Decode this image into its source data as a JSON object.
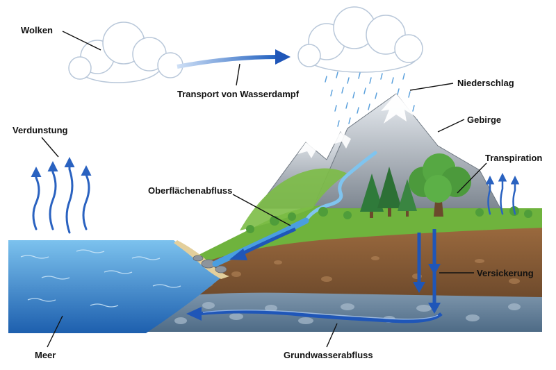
{
  "diagram": {
    "labels": {
      "clouds": "Wolken",
      "vapor_transport": "Transport von Wasserdampf",
      "precipitation": "Niederschlag",
      "mountains": "Gebirge",
      "evaporation": "Verdunstung",
      "transpiration": "Transpiration",
      "surface_runoff": "Oberflächenabfluss",
      "infiltration": "Versickerung",
      "sea": "Meer",
      "groundwater_flow": "Grundwasserabfluss"
    },
    "colors": {
      "arrow_blue": "#2a62c0",
      "sea": "#2f86d3",
      "grass": "#6fb33d",
      "soil": "#8a5a34",
      "groundwater": "#5f7f9c",
      "mountain": "#9aa3ad"
    }
  }
}
